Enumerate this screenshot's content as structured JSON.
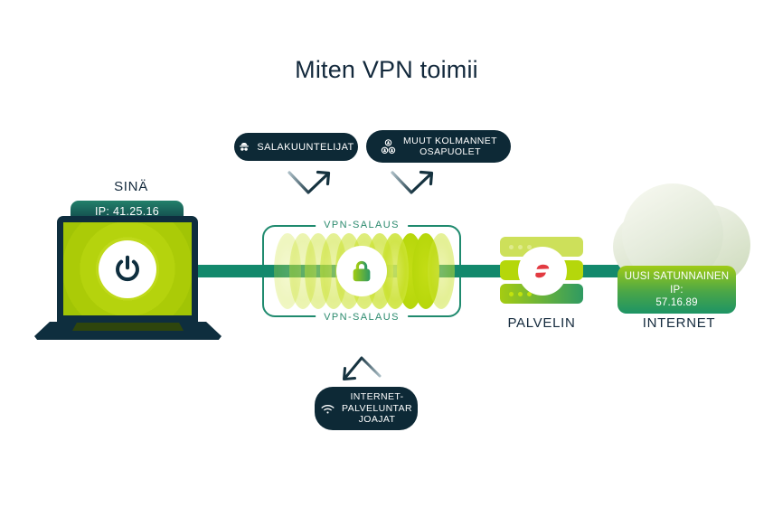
{
  "title": "Miten VPN toimii",
  "you": {
    "label": "SINÄ",
    "ip": "IP: 41.25.16"
  },
  "threats": {
    "eavesdroppers": {
      "label": "SALAKUUNTELIJAT",
      "icon": "spy-icon"
    },
    "third_parties": {
      "line1": "MUUT KOLMANNET",
      "line2": "OSAPUOLET",
      "icon": "group-icon"
    },
    "isps": {
      "line1": "INTERNET-",
      "line2": "PALVELUNTAR",
      "line3": "JOAJAT",
      "icon": "wifi-icon"
    }
  },
  "tunnel": {
    "top_label": "VPN-SALAUS",
    "bottom_label": "VPN-SALAUS",
    "lock_icon": "padlock-icon"
  },
  "server": {
    "label": "PALVELIN",
    "logo_icon": "expressvpn-logo"
  },
  "internet": {
    "label": "INTERNET",
    "new_ip_line1": "UUSI SATUNNAINEN",
    "new_ip_line2": "IP:",
    "new_ip_line3": "57.16.89"
  },
  "colors": {
    "navy": "#0d2936",
    "teal_line": "#13896c",
    "lime": "#b5d70b",
    "tunnel_border": "#1f8a6e",
    "logo_red": "#e23a41"
  }
}
